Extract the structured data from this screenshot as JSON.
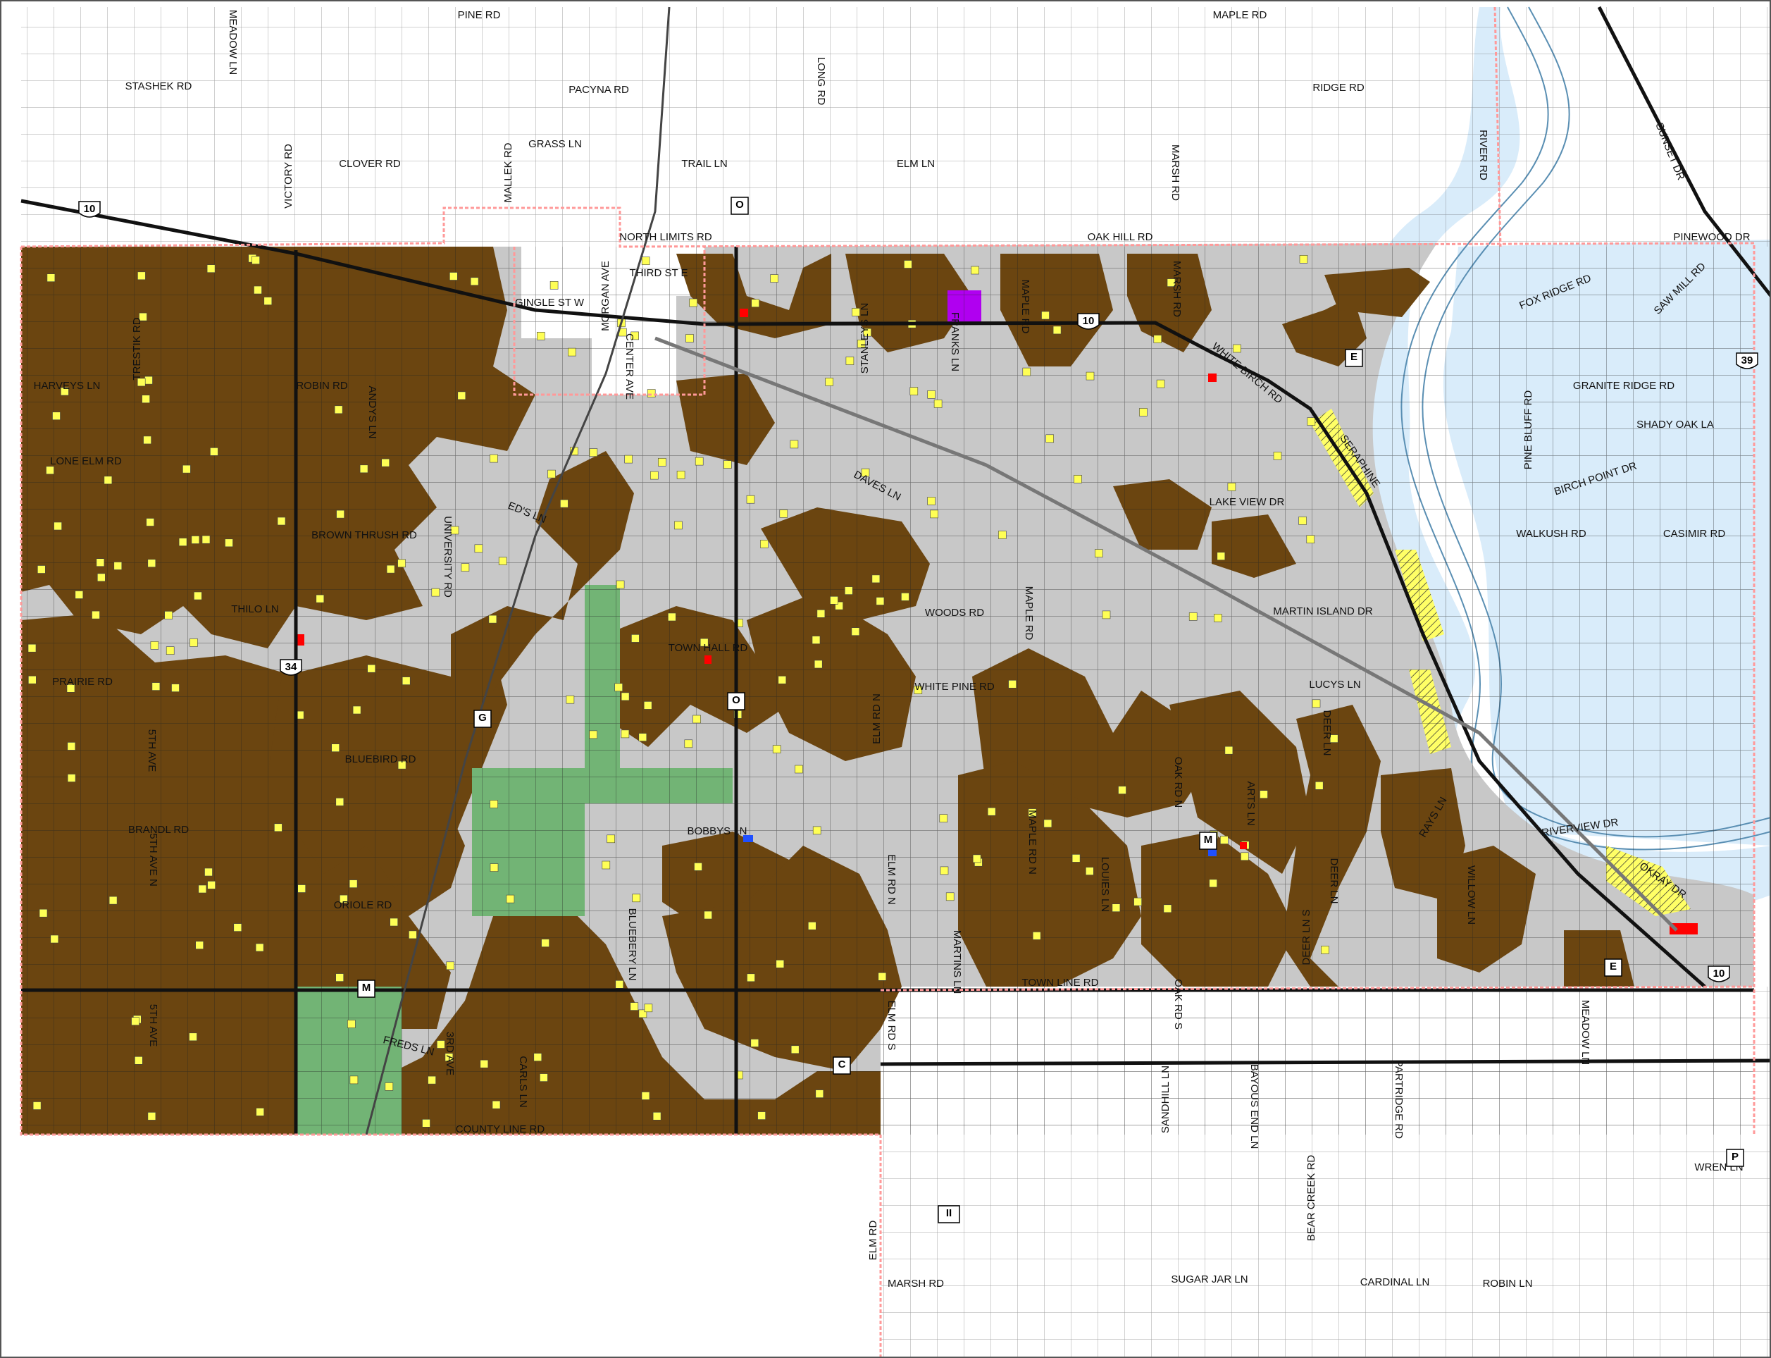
{
  "colors": {
    "background": "#ffffff",
    "agricultural_land": "#6b4510",
    "residential_area": "#c8c8c8",
    "water": "#d9ecfa",
    "public_land": "#72b475",
    "commercial": "#b000f0",
    "structures": "#ffff55",
    "industrial": "#ff0000",
    "institutional": "#2050ff",
    "boundary": "#ff9999",
    "roads": "#111111",
    "rail": "#777777"
  },
  "icons": [
    "highway-shield-icon"
  ],
  "roads": [
    {
      "id": "pine-rd",
      "text": "PINE RD",
      "angle": 0
    },
    {
      "id": "maple-rd-north",
      "text": "MAPLE RD",
      "angle": 0
    },
    {
      "id": "meadow-ln-north",
      "text": "MEADOW LN",
      "angle": 90
    },
    {
      "id": "stashek-rd",
      "text": "STASHEK RD",
      "angle": 0
    },
    {
      "id": "pacyna-rd",
      "text": "PACYNA RD",
      "angle": 0
    },
    {
      "id": "long-rd",
      "text": "LONG RD",
      "angle": 90
    },
    {
      "id": "ridge-rd",
      "text": "RIDGE RD",
      "angle": 0
    },
    {
      "id": "victory-rd",
      "text": "VICTORY RD",
      "angle": -90
    },
    {
      "id": "mallek-rd",
      "text": "MALLEK RD",
      "angle": -90
    },
    {
      "id": "grass-ln",
      "text": "GRASS LN",
      "angle": 0
    },
    {
      "id": "clover-rd",
      "text": "CLOVER RD",
      "angle": 0
    },
    {
      "id": "trail-ln",
      "text": "TRAIL LN",
      "angle": 0
    },
    {
      "id": "elm-ln",
      "text": "ELM LN",
      "angle": 0
    },
    {
      "id": "marsh-rd-north",
      "text": "MARSH RD",
      "angle": 90
    },
    {
      "id": "river-rd",
      "text": "RIVER RD",
      "angle": 90
    },
    {
      "id": "sunset-dr",
      "text": "SUNSET DR",
      "angle": 68
    },
    {
      "id": "north-limits-rd",
      "text": "NORTH LIMITS RD",
      "angle": 0
    },
    {
      "id": "oak-hill-rd",
      "text": "OAK HILL RD",
      "angle": 0
    },
    {
      "id": "pinewood-dr",
      "text": "PINEWOOD DR",
      "angle": 0
    },
    {
      "id": "morgan-ave",
      "text": "MORGAN AVE",
      "angle": -90
    },
    {
      "id": "third-st-e",
      "text": "THIRD ST E",
      "angle": 0
    },
    {
      "id": "gingle-st-w",
      "text": "GINGLE ST W",
      "angle": 0
    },
    {
      "id": "center-ave",
      "text": "CENTER AVE",
      "angle": 90
    },
    {
      "id": "stanleys-ln",
      "text": "STANLEYS LN",
      "angle": -90
    },
    {
      "id": "franks-ln",
      "text": "FRANKS LN",
      "angle": 90
    },
    {
      "id": "maple-rd-1",
      "text": "MAPLE RD",
      "angle": 90
    },
    {
      "id": "marsh-rd",
      "text": "MARSH RD",
      "angle": 90
    },
    {
      "id": "white-birch-rd",
      "text": "WHITE BIRCH RD",
      "angle": 40
    },
    {
      "id": "fox-ridge-rd",
      "text": "FOX RIDGE RD",
      "angle": -22
    },
    {
      "id": "saw-mill-rd",
      "text": "SAW MILL RD",
      "angle": -45
    },
    {
      "id": "harveys-ln",
      "text": "HARVEYS LN",
      "angle": 0
    },
    {
      "id": "trestik-rd",
      "text": "TRESTIK RD",
      "angle": -90
    },
    {
      "id": "robin-rd",
      "text": "ROBIN RD",
      "angle": 0
    },
    {
      "id": "andys-ln",
      "text": "ANDYS LN",
      "angle": 90
    },
    {
      "id": "granite-ridge-rd",
      "text": "GRANITE RIDGE RD",
      "angle": 0
    },
    {
      "id": "pine-bluff-rd",
      "text": "PINE BLUFF RD",
      "angle": -90
    },
    {
      "id": "shady-oak-la",
      "text": "SHADY OAK LA",
      "angle": 0
    },
    {
      "id": "lone-elm-rd",
      "text": "LONE ELM RD",
      "angle": 0
    },
    {
      "id": "daves-ln",
      "text": "DAVES LN",
      "angle": 28
    },
    {
      "id": "seraphine",
      "text": "SERAPHINE",
      "angle": 55
    },
    {
      "id": "birch-point-dr",
      "text": "BIRCH POINT DR",
      "angle": -18
    },
    {
      "id": "lake-view-dr",
      "text": "LAKE VIEW DR",
      "angle": 0
    },
    {
      "id": "brown-thrush-rd",
      "text": "BROWN THRUSH RD",
      "angle": 0
    },
    {
      "id": "university-rd",
      "text": "UNIVERSITY RD",
      "angle": 90
    },
    {
      "id": "eds-ln",
      "text": "ED'S LN",
      "angle": 22
    },
    {
      "id": "walkush-rd",
      "text": "WALKUSH RD",
      "angle": 0
    },
    {
      "id": "casimir-rd",
      "text": "CASIMIR RD",
      "angle": 0
    },
    {
      "id": "thilo-ln",
      "text": "THILO LN",
      "angle": 0
    },
    {
      "id": "woods-rd",
      "text": "WOODS RD",
      "angle": 0
    },
    {
      "id": "maple-rd-2",
      "text": "MAPLE RD",
      "angle": 90
    },
    {
      "id": "martin-island-dr",
      "text": "MARTIN ISLAND DR",
      "angle": 0
    },
    {
      "id": "town-hall-rd",
      "text": "TOWN HALL RD",
      "angle": 0
    },
    {
      "id": "prairie-rd",
      "text": "PRAIRIE RD",
      "angle": 0
    },
    {
      "id": "white-pine-rd",
      "text": "WHITE PINE RD",
      "angle": 0
    },
    {
      "id": "lucys-ln",
      "text": "LUCYS LN",
      "angle": 0
    },
    {
      "id": "deer-ln-1",
      "text": "DEER LN",
      "angle": 90
    },
    {
      "id": "5th-ave-1",
      "text": "5TH AVE",
      "angle": 90
    },
    {
      "id": "elm-rd-n",
      "text": "ELM RD N",
      "angle": -90
    },
    {
      "id": "oak-rd-n",
      "text": "OAK RD N",
      "angle": 90
    },
    {
      "id": "arts-ln",
      "text": "ARTS LN",
      "angle": 90
    },
    {
      "id": "bluebird-rd",
      "text": "BLUEBIRD RD",
      "angle": 0
    },
    {
      "id": "rays-ln",
      "text": "RAYS LN",
      "angle": -60
    },
    {
      "id": "brandl-rd",
      "text": "BRANDL RD",
      "angle": 0
    },
    {
      "id": "bobbys-ln",
      "text": "BOBBYS LN",
      "angle": 0
    },
    {
      "id": "maple-rd-n",
      "text": "MAPLE RD N",
      "angle": 90
    },
    {
      "id": "riverview-dr",
      "text": "RIVERVIEW DR",
      "angle": -8
    },
    {
      "id": "5th-ave-n",
      "text": "5TH AVE N",
      "angle": 90
    },
    {
      "id": "elm-rd-n-2",
      "text": "ELM RD N",
      "angle": 90
    },
    {
      "id": "louies-ln",
      "text": "LOUIES LN",
      "angle": 90
    },
    {
      "id": "deer-ln-2",
      "text": "DEER LN",
      "angle": 90
    },
    {
      "id": "willow-ln",
      "text": "WILLOW LN",
      "angle": 90
    },
    {
      "id": "okray-dr",
      "text": "OKRAY DR",
      "angle": 35
    },
    {
      "id": "oriole-rd",
      "text": "ORIOLE RD",
      "angle": 0
    },
    {
      "id": "deer-ln-s",
      "text": "DEER LN S",
      "angle": -90
    },
    {
      "id": "bluebery-ln",
      "text": "BLUEBERY LN",
      "angle": 90
    },
    {
      "id": "martins-ln",
      "text": "MARTINS LN",
      "angle": 90
    },
    {
      "id": "town-line-rd",
      "text": "TOWN LINE RD",
      "angle": 0
    },
    {
      "id": "5th-ave-2",
      "text": "5TH AVE",
      "angle": 90
    },
    {
      "id": "elm-rd-s",
      "text": "ELM RD S",
      "angle": 90
    },
    {
      "id": "oak-rd-s",
      "text": "OAK RD S",
      "angle": 90
    },
    {
      "id": "meadow-ln-south",
      "text": "MEADOW LN",
      "angle": 90
    },
    {
      "id": "freds-ln",
      "text": "FREDS LN",
      "angle": 14
    },
    {
      "id": "3rd-ave",
      "text": "3RD AVE",
      "angle": 90
    },
    {
      "id": "carls-ln",
      "text": "CARLS LN",
      "angle": 90
    },
    {
      "id": "sandhill-ln",
      "text": "SANDHILL LN",
      "angle": -90
    },
    {
      "id": "bayous-end-ln",
      "text": "BAYOUS END LN",
      "angle": 90
    },
    {
      "id": "partridge-rd",
      "text": "PARTRIDGE RD",
      "angle": 90
    },
    {
      "id": "county-line-rd",
      "text": "COUNTY LINE RD",
      "angle": 0
    },
    {
      "id": "bear-creek-rd",
      "text": "BEAR CREEK RD",
      "angle": -90
    },
    {
      "id": "wren-ln",
      "text": "WREN LN",
      "angle": 0
    },
    {
      "id": "elm-rd-south",
      "text": "ELM RD",
      "angle": -90
    },
    {
      "id": "marsh-rd-south",
      "text": "MARSH RD",
      "angle": 0
    },
    {
      "id": "sugar-jar-ln",
      "text": "SUGAR JAR LN",
      "angle": 0
    },
    {
      "id": "cardinal-ln",
      "text": "CARDINAL LN",
      "angle": 0
    },
    {
      "id": "robin-ln",
      "text": "ROBIN LN",
      "angle": 0
    }
  ],
  "shields": [
    {
      "id": "hwy-10-west",
      "text": "10",
      "kind": "us"
    },
    {
      "id": "hwy-o-north",
      "text": "O",
      "kind": "county"
    },
    {
      "id": "hwy-10-center",
      "text": "10",
      "kind": "us"
    },
    {
      "id": "hwy-e-north",
      "text": "E",
      "kind": "county"
    },
    {
      "id": "hwy-39",
      "text": "39",
      "kind": "us"
    },
    {
      "id": "hwy-34",
      "text": "34",
      "kind": "us"
    },
    {
      "id": "hwy-g",
      "text": "G",
      "kind": "county"
    },
    {
      "id": "hwy-o-center",
      "text": "O",
      "kind": "county"
    },
    {
      "id": "hwy-m-east",
      "text": "M",
      "kind": "county"
    },
    {
      "id": "hwy-e-south",
      "text": "E",
      "kind": "county"
    },
    {
      "id": "hwy-10-east",
      "text": "10",
      "kind": "us"
    },
    {
      "id": "hwy-m-west",
      "text": "M",
      "kind": "county"
    },
    {
      "id": "hwy-c",
      "text": "C",
      "kind": "county"
    },
    {
      "id": "hwy-p",
      "text": "P",
      "kind": "county"
    },
    {
      "id": "hwy-ii",
      "text": "II",
      "kind": "county"
    }
  ]
}
